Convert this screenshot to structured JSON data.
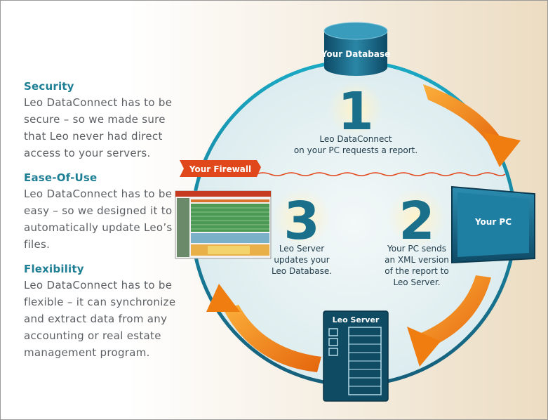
{
  "features": [
    {
      "title": "Security",
      "body": "Leo DataConnect has to be secure – so we made sure that Leo never had direct access to your servers."
    },
    {
      "title": "Ease-Of-Use",
      "body": "Leo DataConnect has to be easy – so we designed it to automatically update Leo’s files."
    },
    {
      "title": "Flexibility",
      "body": "Leo DataConnect has to be flexible – it can synchronize and extract data from any accounting or real estate management program."
    }
  ],
  "diagram": {
    "database_label": "Your Database",
    "pc_label": "Your PC",
    "server_label": "Leo Server",
    "firewall_label": "Your Firewall",
    "steps": [
      {
        "number": "1",
        "lines": [
          "Leo DataConnect",
          "on your PC requests a report."
        ]
      },
      {
        "number": "2",
        "lines": [
          "Your PC sends",
          "an XML version",
          "of the report to",
          "Leo Server."
        ]
      },
      {
        "number": "3",
        "lines": [
          "Leo Server",
          "updates your",
          "Leo Database."
        ]
      }
    ]
  },
  "colors": {
    "feature_title": "#1d7e94",
    "body_text": "#5b5f63",
    "step_number": "#1a6f8a",
    "arrow": "#f07d12",
    "firewall": "#e0481c",
    "box_dark": "#0f4b63"
  }
}
